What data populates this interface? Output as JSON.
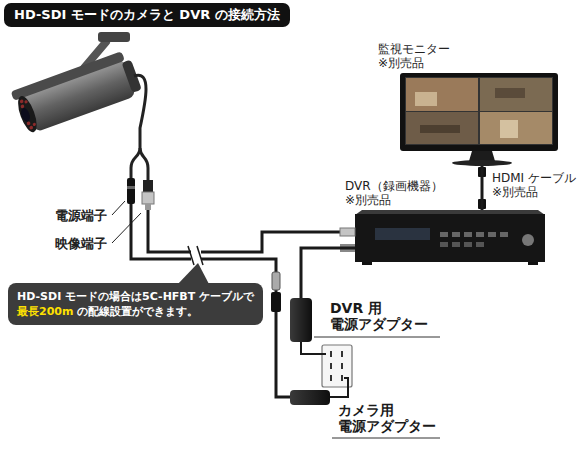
{
  "diagram": {
    "title": "HD-SDI モードのカメラと DVR の接続方法",
    "nodes": [
      {
        "text": [
          "監視モニター",
          "※別売品"
        ]
      },
      {
        "text": [
          "DVR（録画機器）",
          "※別売品"
        ]
      },
      {
        "text": [
          "HD-SDI モードの場合は5C-HFBT ケーブルで",
          "最長200m",
          "の配線設置ができます。"
        ]
      },
      {
        "text": [
          "DVR 用 電源アダプター"
        ]
      },
      {
        "text": [
          "カメラ用 電源アダプター"
        ]
      }
    ],
    "edges": [
      {
        "from": 1,
        "to": 0,
        "arrow": "none"
      },
      {
        "from": 3,
        "to": 1,
        "arrow": "none"
      }
    ],
    "labels": [
      "HDMI ケーブル",
      "※別売品",
      "電源端子",
      "映像端子"
    ]
  }
}
